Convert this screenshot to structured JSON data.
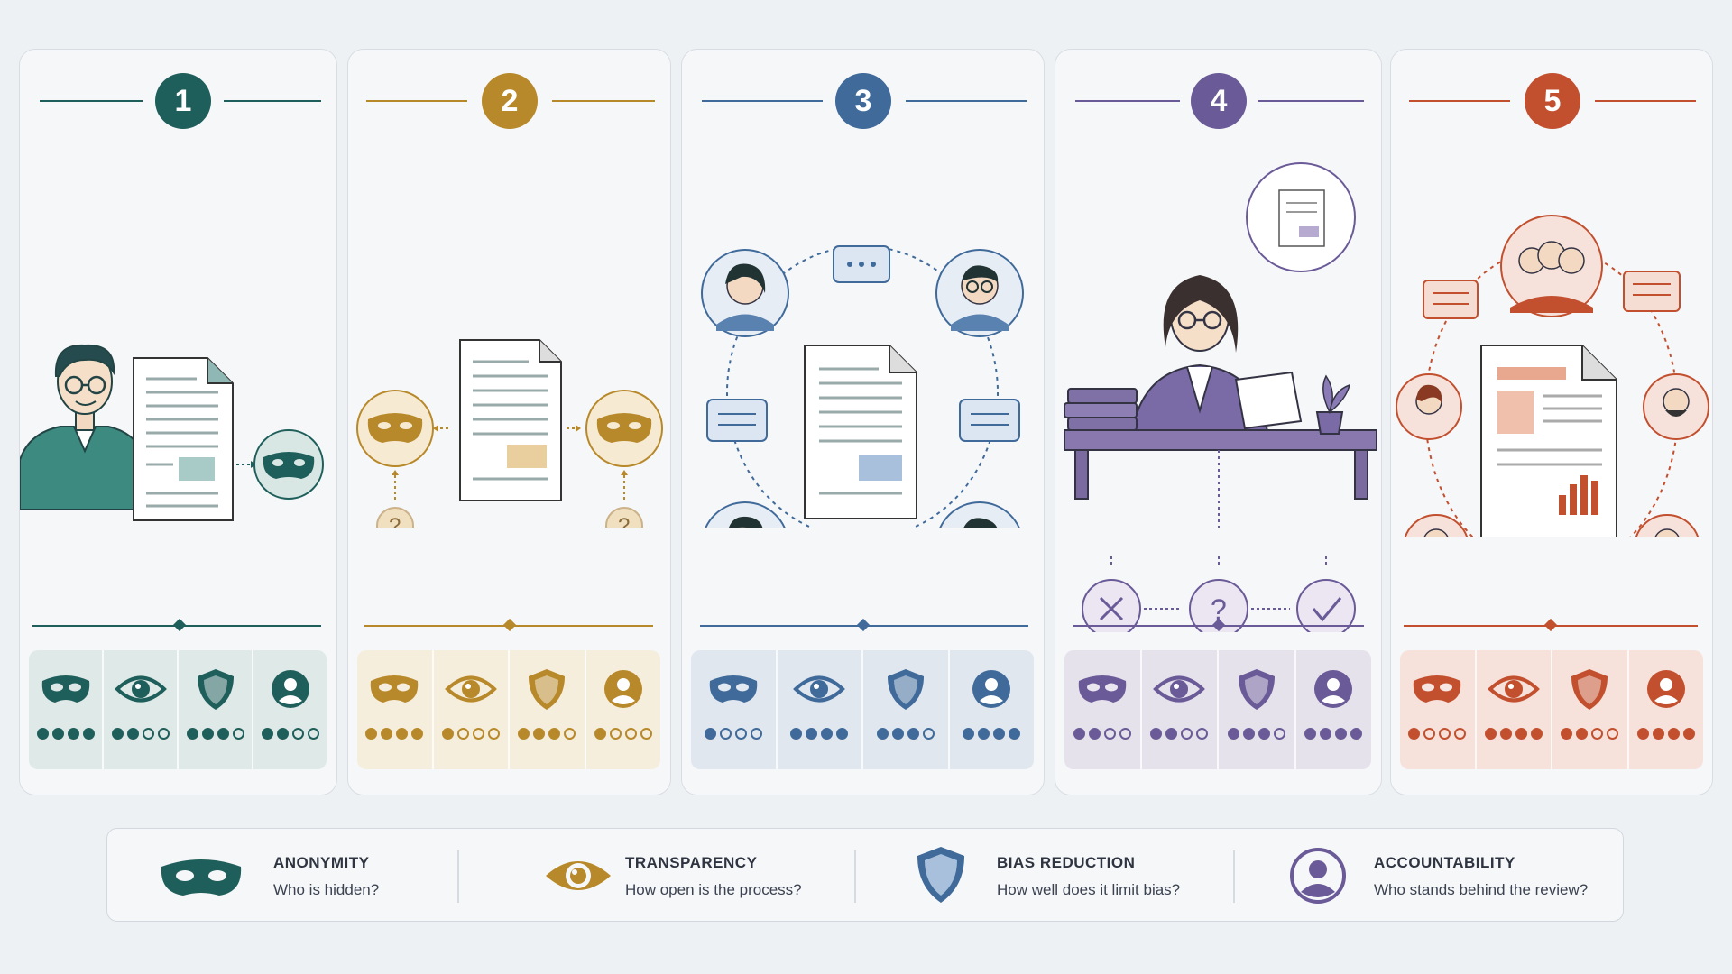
{
  "colors": {
    "teal": "#1f5f5b",
    "gold": "#b8892a",
    "blue": "#3f6a9a",
    "purple": "#6a5a97",
    "red": "#c2502f"
  },
  "panels": [
    {
      "number": "1",
      "color": "#1f5f5b",
      "bg": "#dfe9e7",
      "criteria": [
        {
          "icon": "mask-icon",
          "level": 4
        },
        {
          "icon": "eye-icon",
          "level": 2
        },
        {
          "icon": "shield-icon",
          "level": 3
        },
        {
          "icon": "person-icon",
          "level": 2
        }
      ]
    },
    {
      "number": "2",
      "color": "#b8892a",
      "bg": "#f6eedd",
      "criteria": [
        {
          "icon": "mask-icon",
          "level": 4
        },
        {
          "icon": "eye-icon",
          "level": 1
        },
        {
          "icon": "shield-icon",
          "level": 3
        },
        {
          "icon": "person-icon",
          "level": 1
        }
      ]
    },
    {
      "number": "3",
      "color": "#3f6a9a",
      "bg": "#e1e7ef",
      "criteria": [
        {
          "icon": "mask-icon",
          "level": 1
        },
        {
          "icon": "eye-icon",
          "level": 4
        },
        {
          "icon": "shield-icon",
          "level": 3
        },
        {
          "icon": "person-icon",
          "level": 4
        }
      ]
    },
    {
      "number": "4",
      "color": "#6a5a97",
      "bg": "#e5e2ec",
      "criteria": [
        {
          "icon": "mask-icon",
          "level": 2
        },
        {
          "icon": "eye-icon",
          "level": 2
        },
        {
          "icon": "shield-icon",
          "level": 3
        },
        {
          "icon": "person-icon",
          "level": 4
        }
      ]
    },
    {
      "number": "5",
      "color": "#c2502f",
      "bg": "#f6e2db",
      "criteria": [
        {
          "icon": "mask-icon",
          "level": 1
        },
        {
          "icon": "eye-icon",
          "level": 4
        },
        {
          "icon": "shield-icon",
          "level": 2
        },
        {
          "icon": "person-icon",
          "level": 4
        }
      ]
    }
  ],
  "legend": [
    {
      "icon": "mask-icon",
      "title": "ANONYMITY",
      "subtitle": "Who is hidden?"
    },
    {
      "icon": "eye-icon",
      "title": "TRANSPARENCY",
      "subtitle": "How open is the process?"
    },
    {
      "icon": "shield-icon",
      "title": "BIAS REDUCTION",
      "subtitle": "How well does it limit bias?"
    },
    {
      "icon": "person-icon",
      "title": "ACCOUNTABILITY",
      "subtitle": "Who stands behind the review?"
    }
  ]
}
